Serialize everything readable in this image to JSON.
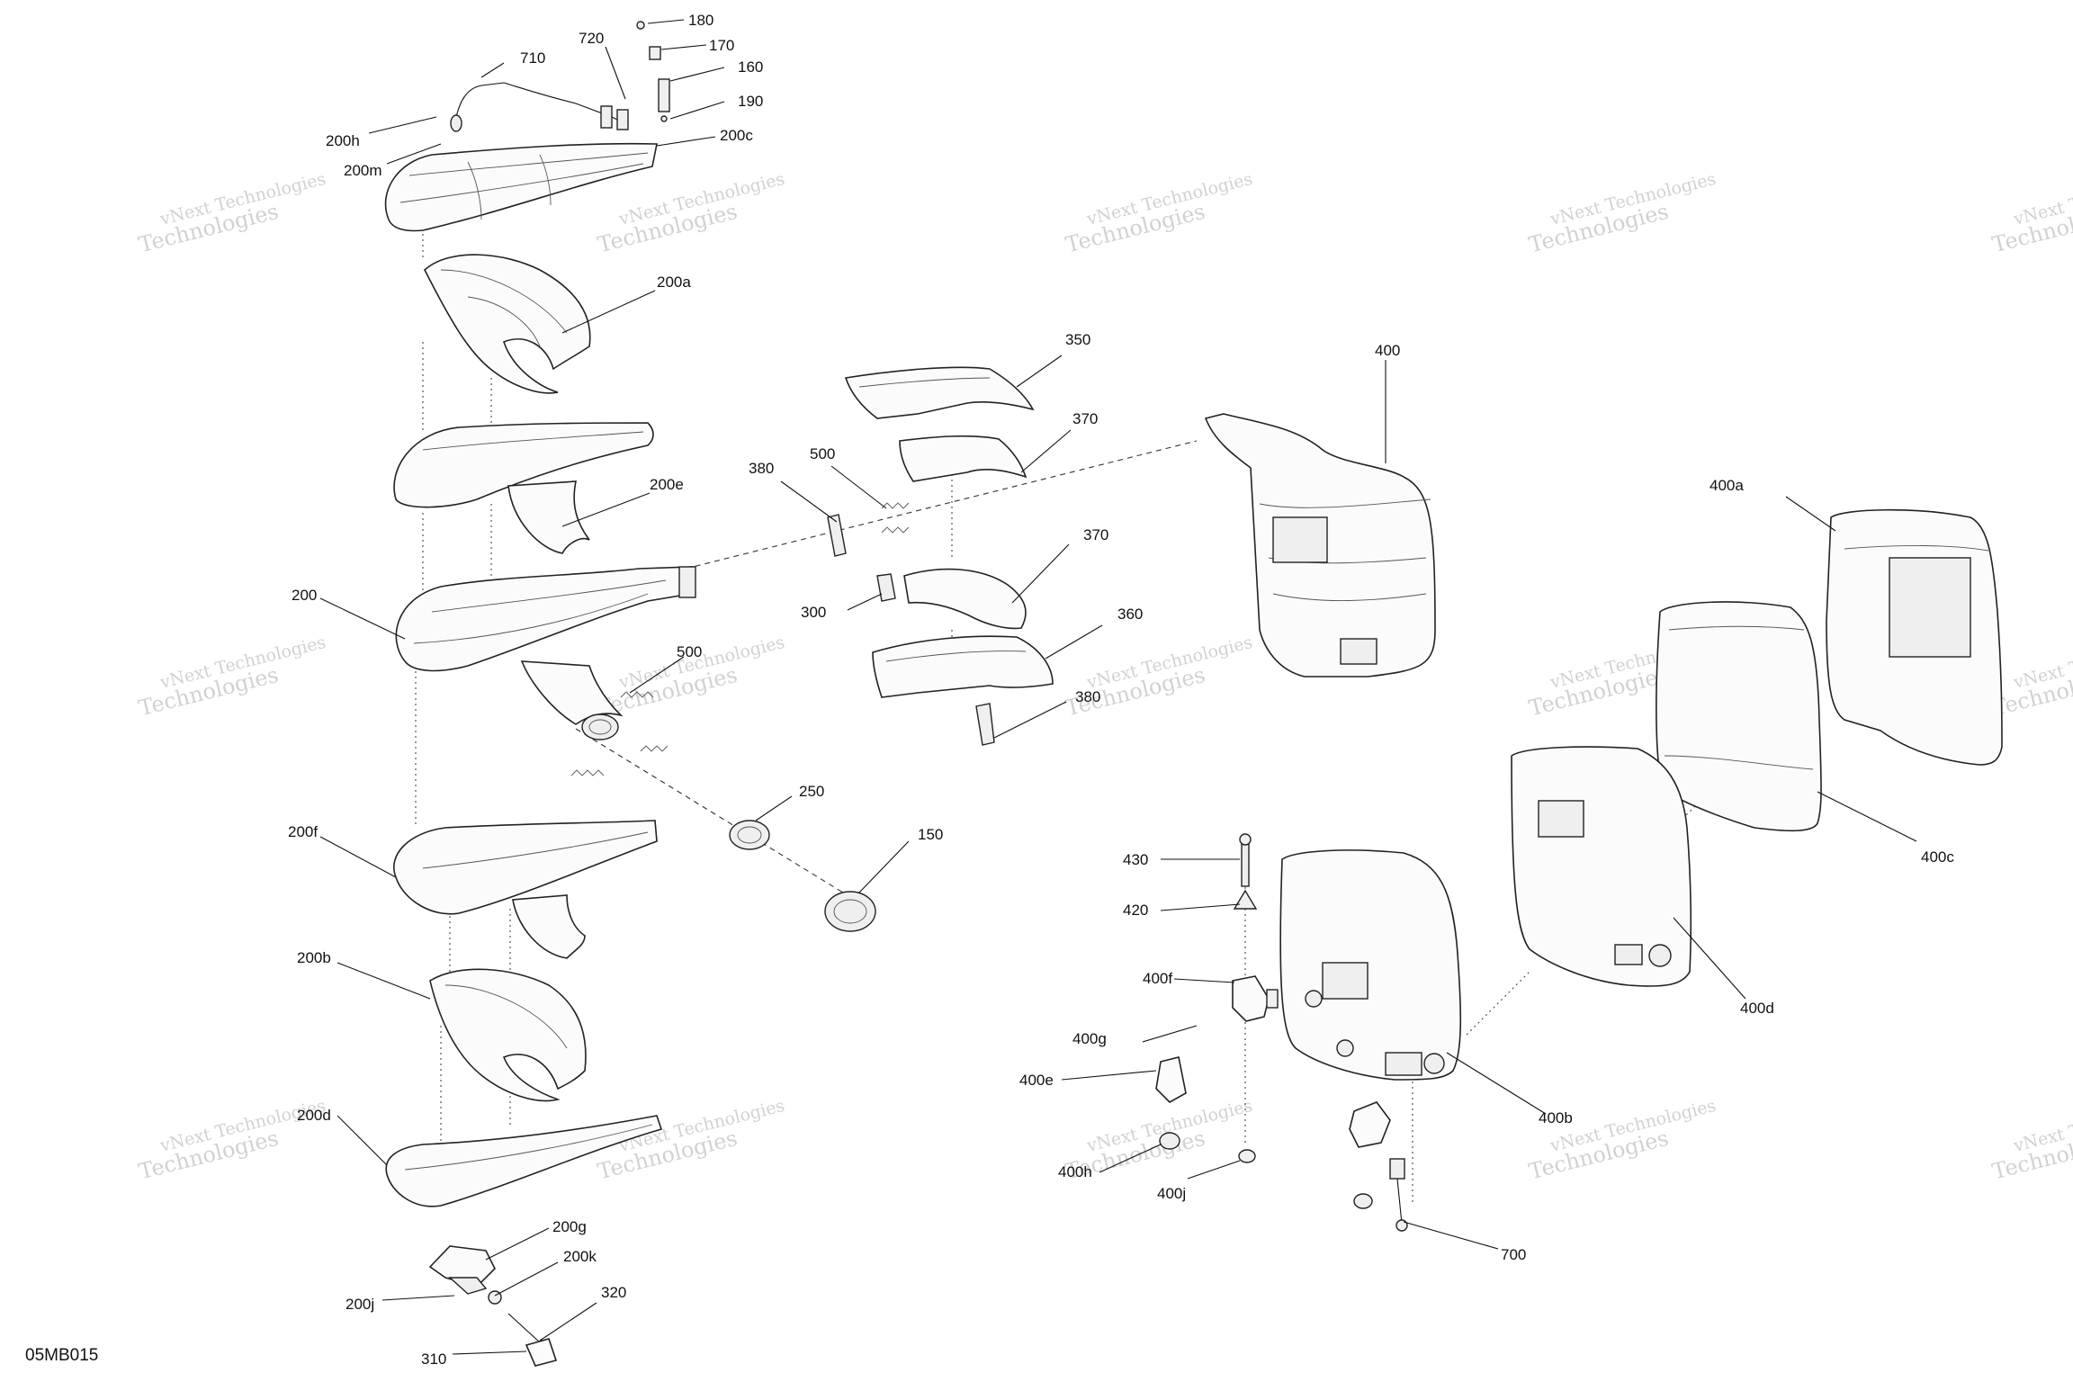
{
  "diagram": {
    "code": "05MB015",
    "watermark": {
      "line1": "vNext Technologies",
      "line2": "Technologies",
      "top": "vNext"
    },
    "callouts": [
      {
        "id": "180",
        "label": "180"
      },
      {
        "id": "720",
        "label": "720"
      },
      {
        "id": "170",
        "label": "170"
      },
      {
        "id": "710",
        "label": "710"
      },
      {
        "id": "160",
        "label": "160"
      },
      {
        "id": "190",
        "label": "190"
      },
      {
        "id": "200h",
        "label": "200h"
      },
      {
        "id": "200c",
        "label": "200c"
      },
      {
        "id": "200m",
        "label": "200m"
      },
      {
        "id": "200a",
        "label": "200a"
      },
      {
        "id": "350",
        "label": "350"
      },
      {
        "id": "400",
        "label": "400"
      },
      {
        "id": "370a",
        "label": "370"
      },
      {
        "id": "380a",
        "label": "380"
      },
      {
        "id": "500a",
        "label": "500"
      },
      {
        "id": "200e",
        "label": "200e"
      },
      {
        "id": "400a",
        "label": "400a"
      },
      {
        "id": "370b",
        "label": "370"
      },
      {
        "id": "200",
        "label": "200"
      },
      {
        "id": "300",
        "label": "300"
      },
      {
        "id": "360",
        "label": "360"
      },
      {
        "id": "500b",
        "label": "500"
      },
      {
        "id": "380b",
        "label": "380"
      },
      {
        "id": "250",
        "label": "250"
      },
      {
        "id": "150",
        "label": "150"
      },
      {
        "id": "200f",
        "label": "200f"
      },
      {
        "id": "400c",
        "label": "400c"
      },
      {
        "id": "430",
        "label": "430"
      },
      {
        "id": "420",
        "label": "420"
      },
      {
        "id": "200b",
        "label": "200b"
      },
      {
        "id": "400f",
        "label": "400f"
      },
      {
        "id": "400d",
        "label": "400d"
      },
      {
        "id": "400g",
        "label": "400g"
      },
      {
        "id": "400e",
        "label": "400e"
      },
      {
        "id": "200d",
        "label": "200d"
      },
      {
        "id": "400b",
        "label": "400b"
      },
      {
        "id": "400h",
        "label": "400h"
      },
      {
        "id": "400j",
        "label": "400j"
      },
      {
        "id": "200g",
        "label": "200g"
      },
      {
        "id": "200k",
        "label": "200k"
      },
      {
        "id": "700",
        "label": "700"
      },
      {
        "id": "320",
        "label": "320"
      },
      {
        "id": "200j",
        "label": "200j"
      },
      {
        "id": "310",
        "label": "310"
      }
    ]
  }
}
